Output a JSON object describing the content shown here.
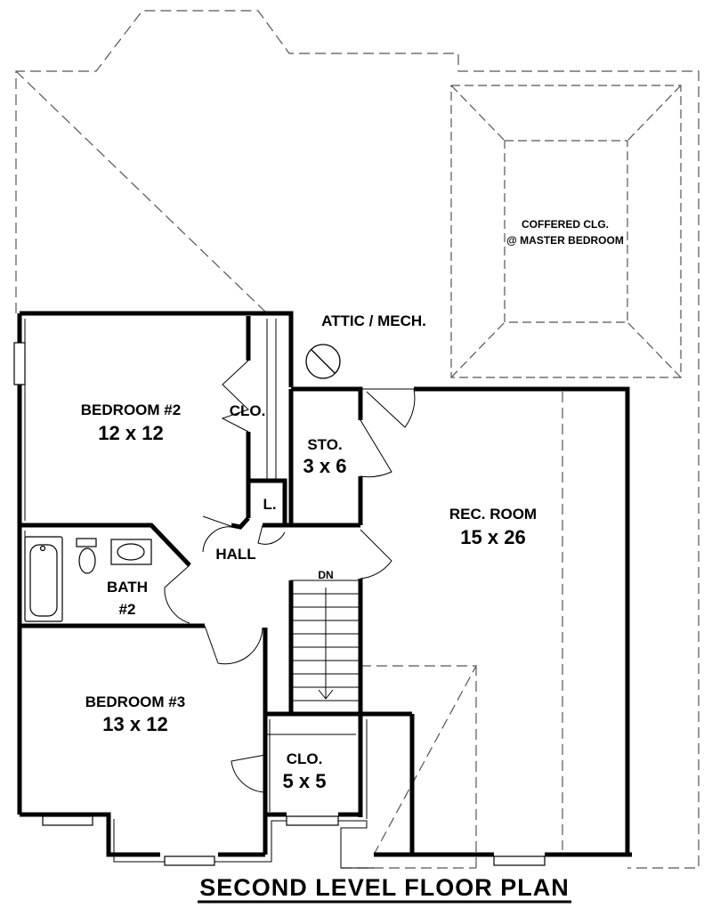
{
  "plan": {
    "title": "SECOND LEVEL FLOOR PLAN",
    "rooms": {
      "bedroom2": {
        "name": "BEDROOM #2",
        "size": "12 x 12"
      },
      "bedroom3": {
        "name": "BEDROOM #3",
        "size": "13 x 12"
      },
      "rec_room": {
        "name": "REC. ROOM",
        "size": "15 x 26"
      },
      "storage": {
        "name": "STO.",
        "size": "3 x 6"
      },
      "closet_lower": {
        "name": "CLO.",
        "size": "5 x 5"
      },
      "closet_upper": {
        "name": "CLO."
      },
      "linen": {
        "name": "L."
      },
      "hall": {
        "name": "HALL"
      },
      "bath": {
        "line1": "BATH",
        "line2": "#2"
      },
      "attic": {
        "name": "ATTIC / MECH."
      },
      "stair_down": {
        "name": "DN"
      },
      "coffered": {
        "line1": "COFFERED CLG.",
        "line2": "@ MASTER BEDROOM"
      }
    }
  }
}
